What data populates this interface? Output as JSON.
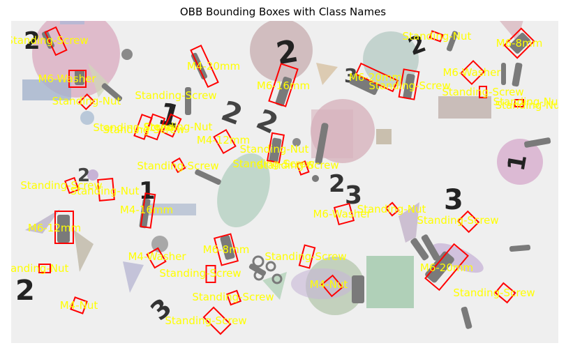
{
  "title": "OBB Bounding Boxes with Class Names",
  "box_color": "#ff0000",
  "label_color": "#ffff00",
  "labels": [
    "Standing-Screw",
    "Standing-Nut",
    "M6-8mm",
    "M4-20mm",
    "M6-Washer",
    "M6-16mm",
    "M6-Washer",
    "M6-20mm",
    "Standing-Screw",
    "Standing-Screw",
    "Standing-Nut",
    "Standing-Nut",
    "Standing-Screw",
    "Standing-Nut",
    "Standing-Screw",
    "Standing-Screw",
    "Standing-Nut",
    "M4-12mm",
    "Standing-Nut",
    "Standing-Screw",
    "Standing-Screw",
    "Standing-Screw",
    "Standing-Screw",
    "Standing-Nut",
    "M4-16mm",
    "M6-Washer",
    "M6-12mm",
    "Standing-Nut",
    "Standing-Screw",
    "M6-8mm",
    "M4-Washer",
    "Standing-Screw",
    "Standing-Nut",
    "Standing-Screw",
    "M6-20mm",
    "M4-Nut",
    "Standing-Screw",
    "M4-Nut",
    "Standing-Screw",
    "Standing-Screw"
  ]
}
